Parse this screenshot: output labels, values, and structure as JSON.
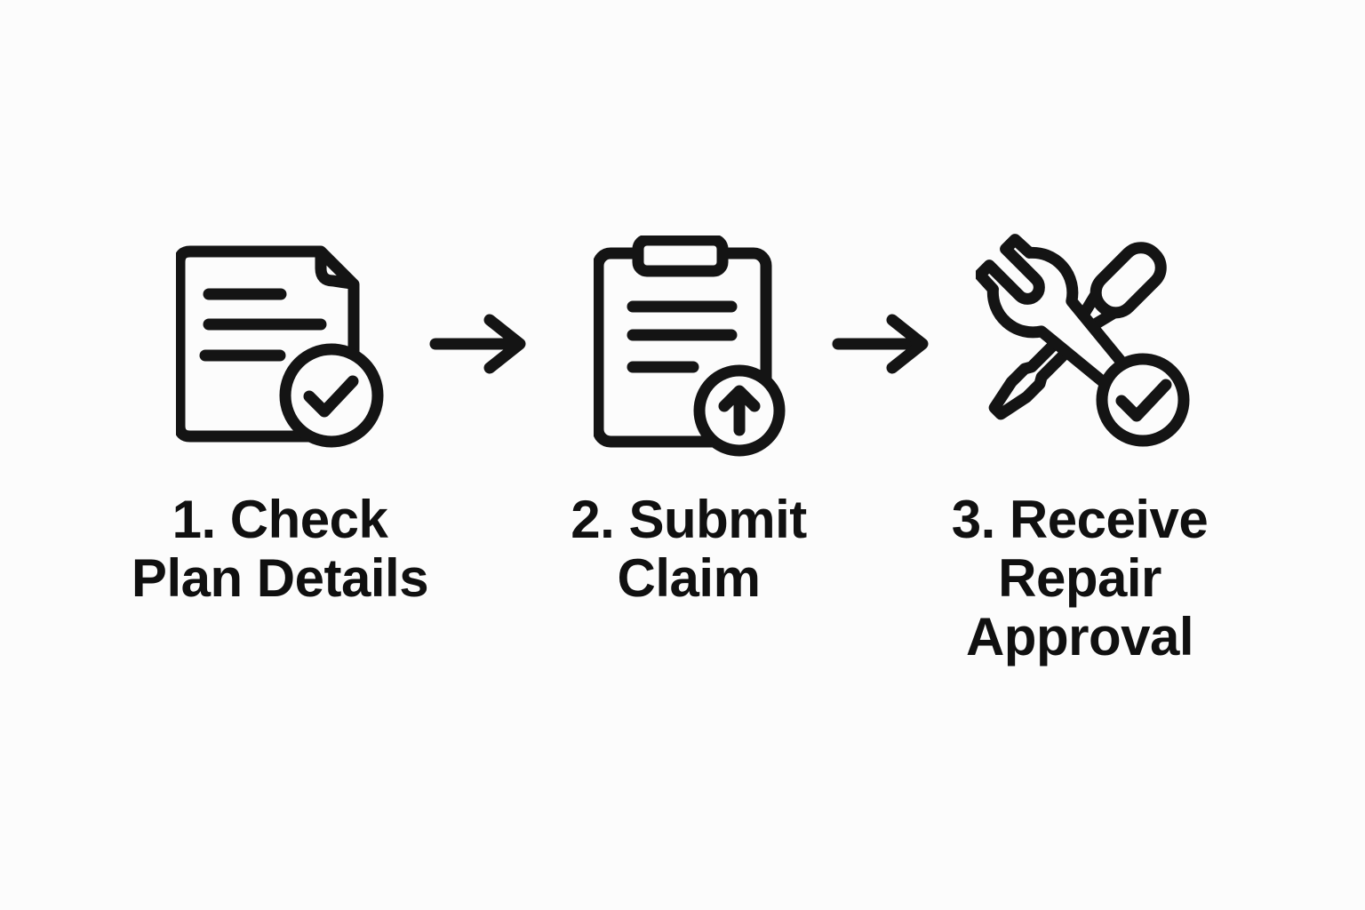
{
  "diagram": {
    "title": "warranty-claim-process",
    "background_color": "#fcfcfc",
    "icon_color": "#141414",
    "text_color": "#101010",
    "steps": [
      {
        "number": "1",
        "label": "1. Check\nPlan Details",
        "icon": "document-check-icon"
      },
      {
        "number": "2",
        "label": "2. Submit\nClaim",
        "icon": "clipboard-upload-icon"
      },
      {
        "number": "3",
        "label": "3. Receive\nRepair\nApproval",
        "icon": "tools-check-icon"
      }
    ],
    "connectors": [
      {
        "icon": "arrow-right-icon"
      },
      {
        "icon": "arrow-right-icon"
      }
    ]
  }
}
